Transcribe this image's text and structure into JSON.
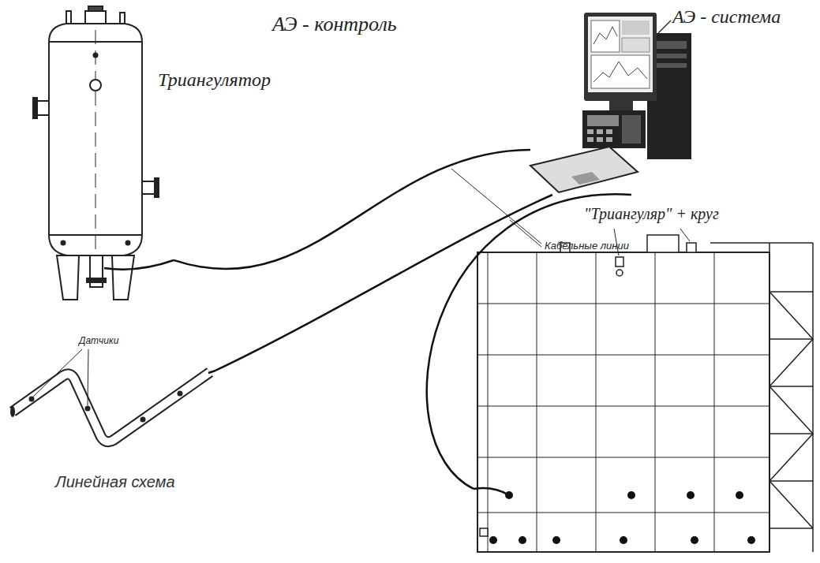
{
  "diagram": {
    "title": "АЭ - контроль",
    "nodes": [
      {
        "text": [
          "Триангулятор"
        ]
      },
      {
        "text": [
          "АЭ - система"
        ]
      },
      {
        "text": [
          "Линейная схема"
        ]
      },
      {
        "text": [
          "\"Триангуляр\" + круг"
        ]
      }
    ],
    "edges": [
      {
        "from": 0,
        "to": 1,
        "arrow": "none"
      },
      {
        "from": 2,
        "to": 1,
        "arrow": "none"
      },
      {
        "from": 3,
        "to": 1,
        "arrow": "none"
      }
    ],
    "labels": [
      "Кабельные линии",
      "Датчики"
    ]
  }
}
